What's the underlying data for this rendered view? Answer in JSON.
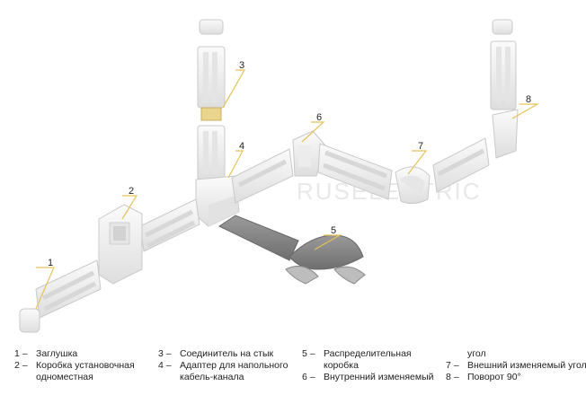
{
  "watermark": "RUSELECTRIC",
  "callouts": [
    "1",
    "2",
    "3",
    "4",
    "5",
    "6",
    "7",
    "8"
  ],
  "legend": {
    "items": [
      {
        "num": "1 –",
        "text": "Заглушка"
      },
      {
        "num": "2 –",
        "text": "Коробка установочная",
        "cont": "одноместная"
      },
      {
        "num": "3 –",
        "text": "Соединитель на стык"
      },
      {
        "num": "4 –",
        "text": "Адаптер для напольного",
        "cont": "кабель-канала"
      },
      {
        "num": "5 –",
        "text": "Распределительная",
        "cont": "коробка"
      },
      {
        "num": "6 –",
        "text": "Внутренний изменяемый"
      },
      {
        "cont": "угол"
      },
      {
        "num": "7 –",
        "text": "Внешний изменяемый угол"
      },
      {
        "num": "8 –",
        "text": "Поворот 90°"
      }
    ]
  },
  "colors": {
    "part_fill": "#f2f2f2",
    "part_stroke": "#c9c9c9",
    "floor_channel": "#8a8a8a",
    "leader": "#e6c25a",
    "text": "#222222"
  }
}
